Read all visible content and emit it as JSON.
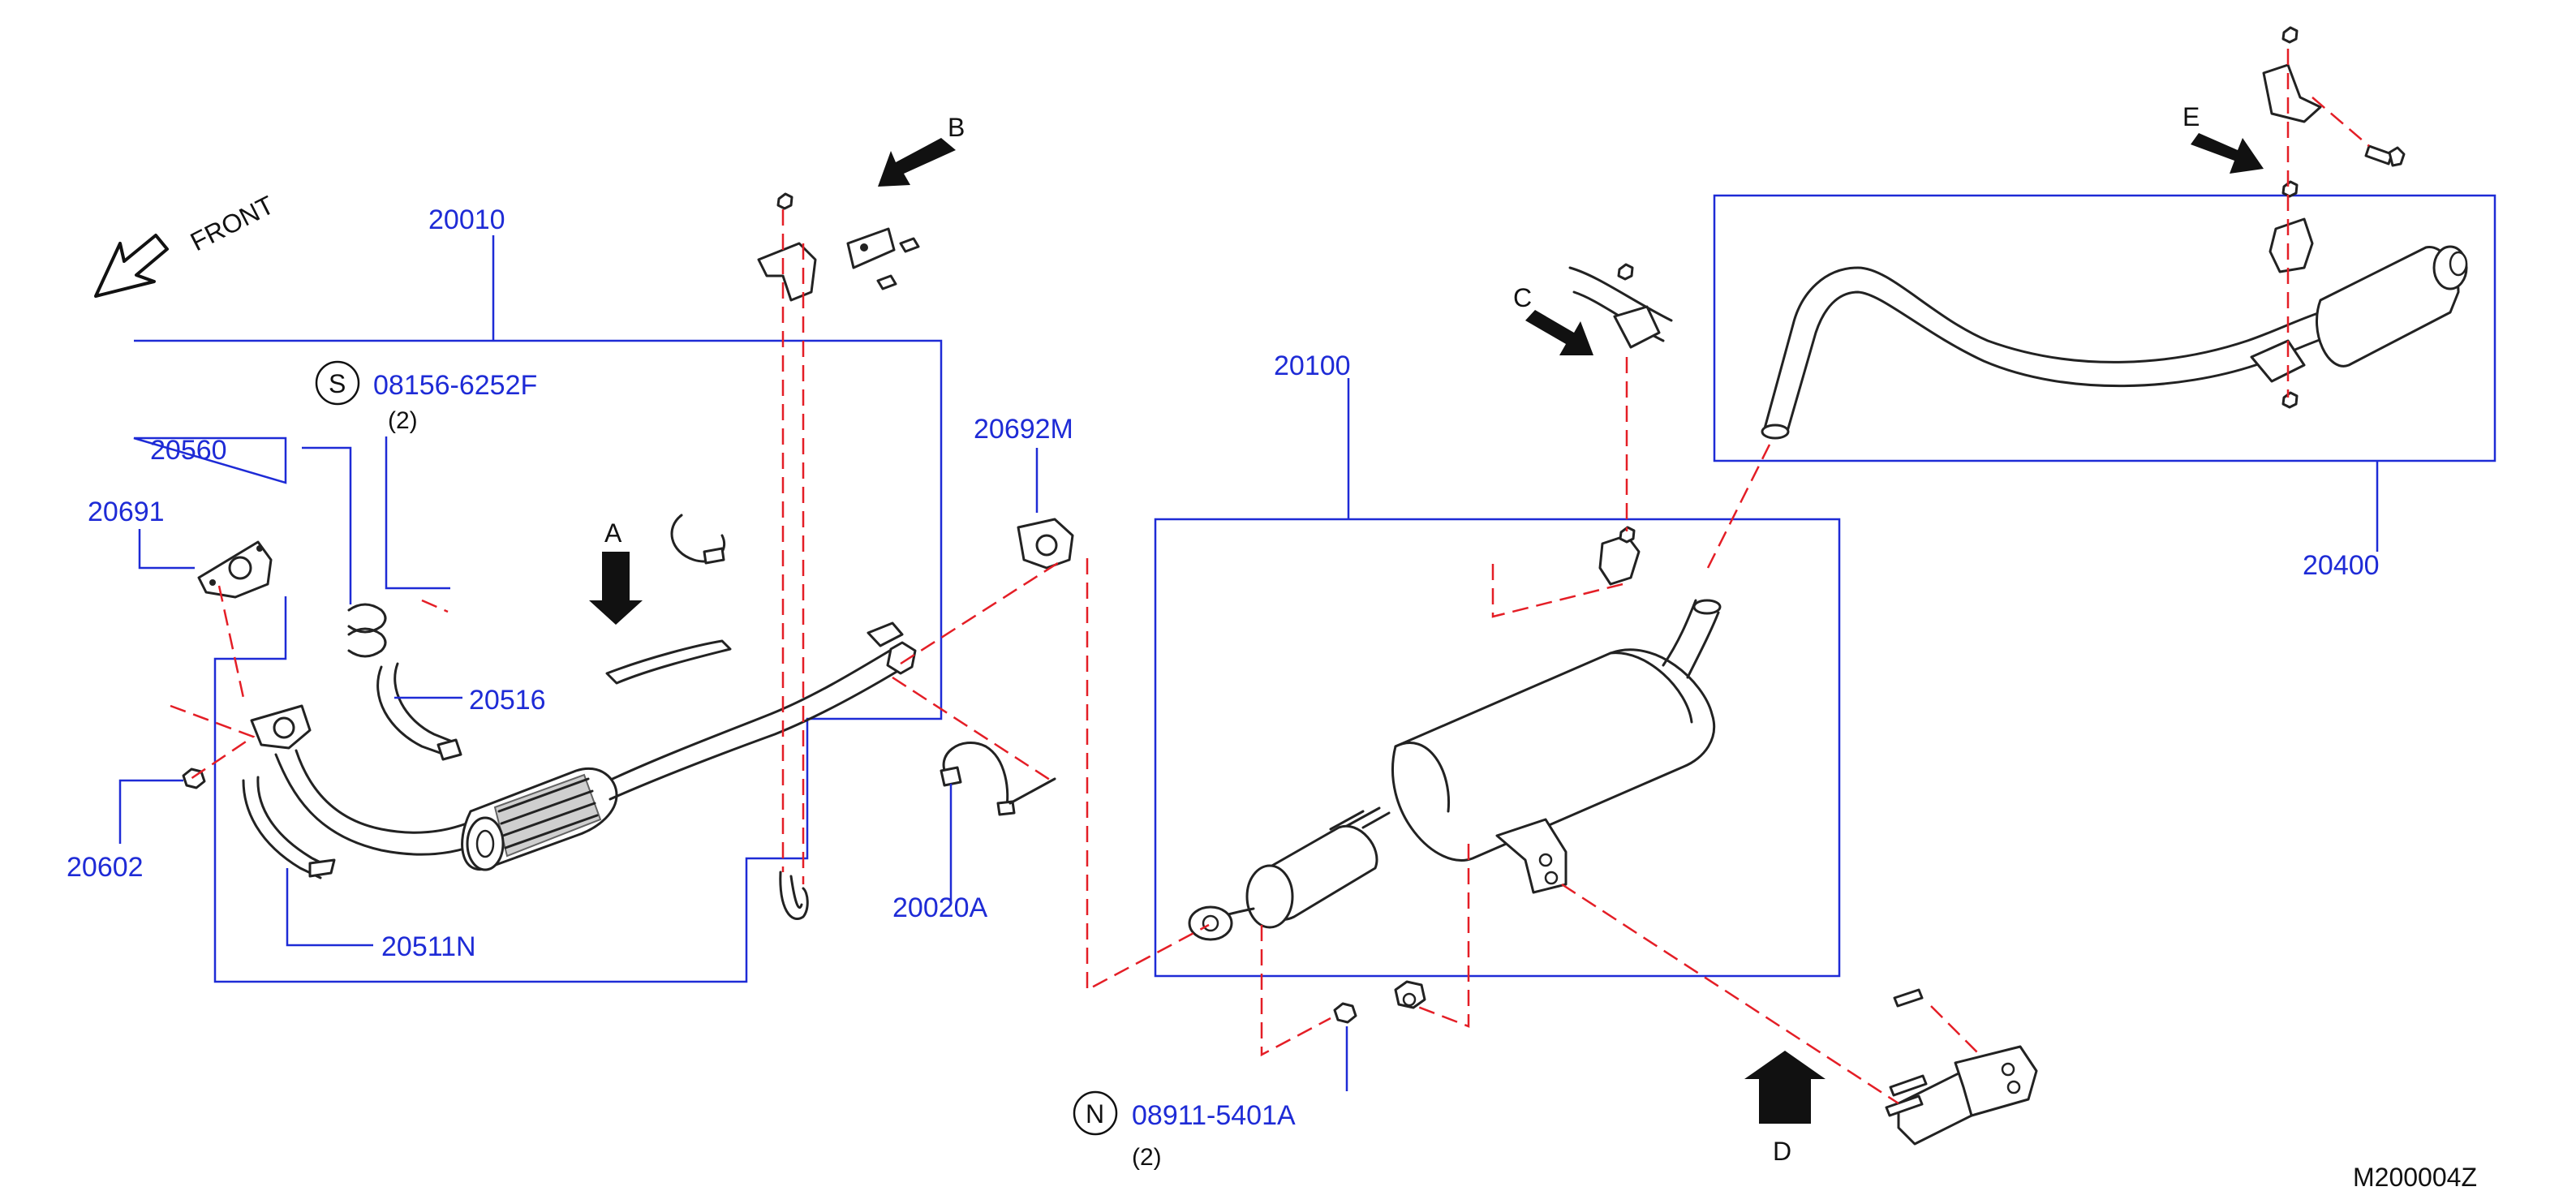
{
  "labels": {
    "p20010": "20010",
    "p20560": "20560",
    "p20691": "20691",
    "p20516": "20516",
    "p20602": "20602",
    "p20511n": "20511N",
    "p20692m": "20692M",
    "p20020a": "20020A",
    "p20100": "20100",
    "p20400": "20400",
    "std_s_code": "08156-6252F",
    "std_s_qty": "(2)",
    "std_n_code": "08911-5401A",
    "std_n_qty": "(2)"
  },
  "symbols": {
    "s": "S",
    "n": "N"
  },
  "views": {
    "a": "A",
    "b": "B",
    "c": "C",
    "d": "D",
    "e": "E"
  },
  "front_label": "FRONT",
  "figure_code": "M200004Z",
  "colors": {
    "label_blue": "#1e2bd6",
    "dash_red": "#e41e26",
    "line_black": "#222222"
  },
  "icons": {
    "front": "outline-arrow-icon",
    "view": "solid-arrow-icon"
  }
}
